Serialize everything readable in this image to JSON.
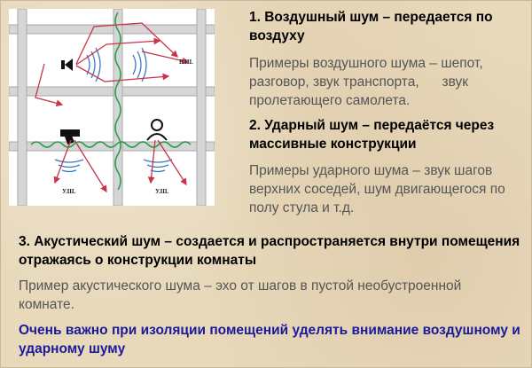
{
  "diagram": {
    "labels": {
      "top_right": "В.Ш.",
      "bottom_left": "У.Ш.",
      "bottom_right": "У.Ш."
    },
    "colors": {
      "wall": "#d8d8d8",
      "room": "#ffffff",
      "arrow": "#c8344a",
      "wave": "#2e9e4a",
      "sound": "#3b7bbf"
    }
  },
  "sections": {
    "airborne_title": "1. Воздушный шум – передается по воздуху",
    "airborne_text": "Примеры воздушного шума – шепот, разговор, звук транспорта,      звук пролетающего самолета.",
    "impact_title": "2. Ударный шум – передаётся через массивные конструкции",
    "impact_text": "Примеры ударного шума – звук шагов верхних соседей, шум двигающегося по полу стула и т.д.",
    "acoustic_title": "3. Акустический шум – создается и распространяется внутри помещения отражаясь о конструкции комнаты",
    "acoustic_text": "Пример акустического шума – эхо от шагов в пустой необустроенной комнате.",
    "conclusion": "Очень важно при изоляции помещений уделять внимание воздушному и ударному шуму"
  }
}
